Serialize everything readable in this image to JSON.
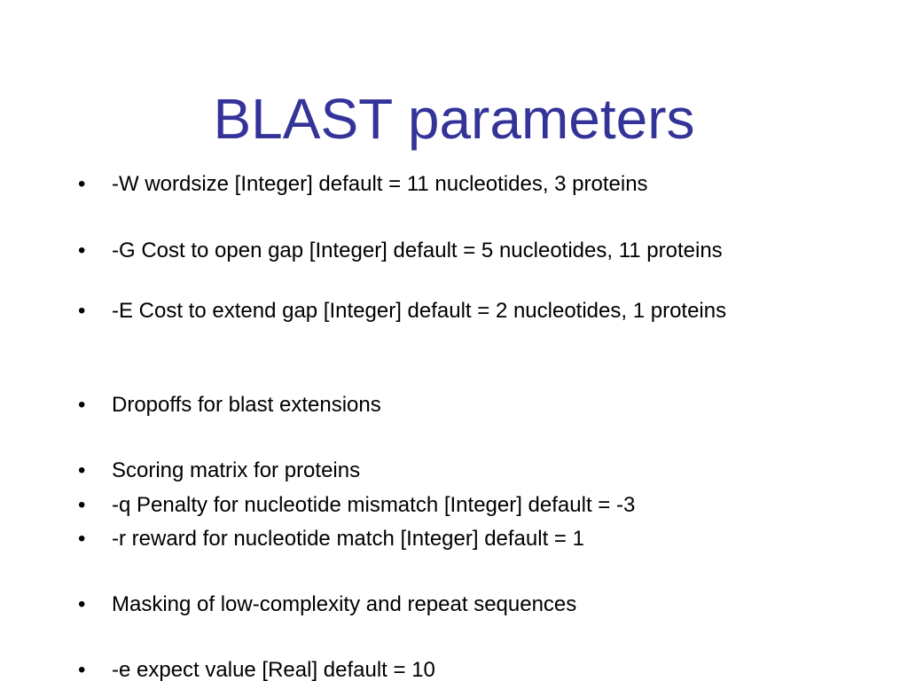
{
  "slide": {
    "title": "BLAST parameters",
    "title_color": "#333399",
    "bullet_glyph": "•",
    "bullets": [
      "-W wordsize [Integer]  default = 11 nucleotides, 3 proteins",
      "-G  Cost to open gap [Integer]  default = 5  nucleotides, 11 proteins",
      "-E  Cost to extend gap [Integer] default = 2 nucleotides, 1 proteins",
      "Dropoffs for blast extensions",
      "Scoring matrix for proteins",
      "-q Penalty for nucleotide mismatch [Integer]  default = -3",
      "-r reward for nucleotide match [Integer] default = 1",
      "Masking of low-complexity and repeat sequences",
      "-e expect value [Real] default = 10"
    ]
  }
}
